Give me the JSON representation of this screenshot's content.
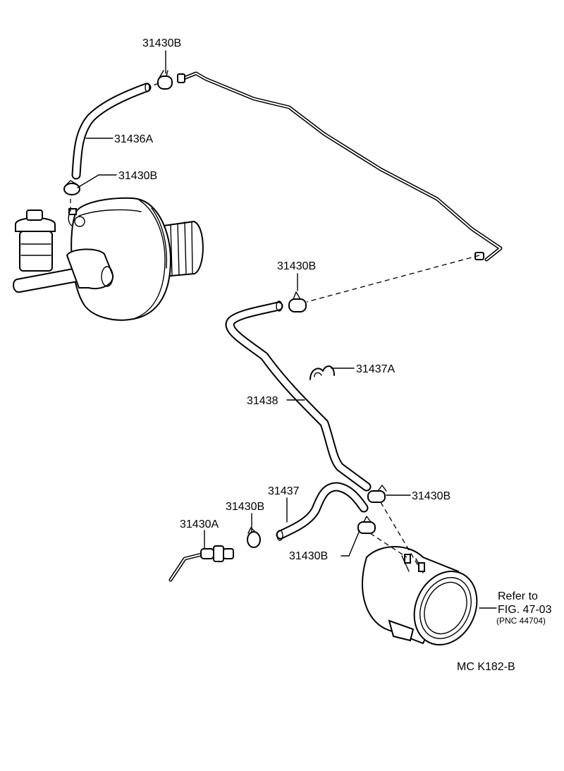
{
  "labels": {
    "clamp_top": "31430B",
    "hose_upper": "31436A",
    "clamp_upper_lower": "31430B",
    "clamp_middle": "31430B",
    "clip": "31437A",
    "hose_main": "31438",
    "clamp_right": "31430B",
    "hose_short": "31437",
    "clamp_small": "31430B",
    "check_valve": "31430A",
    "clamp_lower": "31430B"
  },
  "reference": {
    "line1": "Refer to",
    "line2": "FIG. 47-03",
    "line3": "(PNC 44704)"
  },
  "figure_code": "MC  K182-B"
}
